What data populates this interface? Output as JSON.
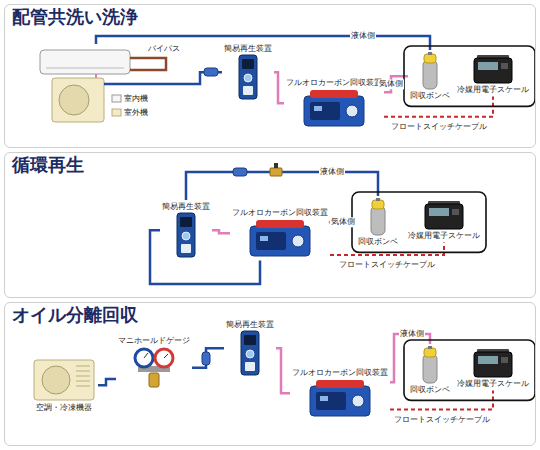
{
  "diagram": {
    "nodes": [
      {
        "text": [
          "配管共洗い洗浄"
        ]
      },
      {
        "text": [
          "バイパス",
          "室内機",
          "室外機"
        ],
        "in": 0
      },
      {
        "text": [
          "簡易再生装置"
        ],
        "in": 0
      },
      {
        "text": [
          "フルオロカーボン回収装置"
        ],
        "in": 0
      },
      {
        "text": [
          "回収ボンベ"
        ],
        "in": 0
      },
      {
        "text": [
          "冷媒用電子スケール"
        ],
        "in": 0
      },
      {
        "text": [
          "循環再生"
        ]
      },
      {
        "text": [
          "簡易再生装置"
        ],
        "in": 6
      },
      {
        "text": [
          "フルオロカーボン回収装置"
        ],
        "in": 6
      },
      {
        "text": [
          "回収ボンベ"
        ],
        "in": 6
      },
      {
        "text": [
          "冷媒用電子スケール"
        ],
        "in": 6
      },
      {
        "text": [
          "オイル分離回収"
        ]
      },
      {
        "text": [
          "空調・冷凍機器"
        ],
        "in": 11
      },
      {
        "text": [
          "マニホールドゲージ"
        ],
        "in": 11
      },
      {
        "text": [
          "簡易再生装置"
        ],
        "in": 11
      },
      {
        "text": [
          "フルオロカーボン回収装置"
        ],
        "in": 11
      },
      {
        "text": [
          "回収ボンベ"
        ],
        "in": 11
      },
      {
        "text": [
          "冷媒用電子スケール"
        ],
        "in": 11
      }
    ],
    "edges": [
      {
        "from": 1,
        "to": 2,
        "arrow": "none"
      },
      {
        "from": 2,
        "to": 3,
        "arrow": "none"
      },
      {
        "from": 3,
        "to": 4,
        "label": "気体側",
        "arrow": "none"
      },
      {
        "from": 4,
        "to": 1,
        "label": "液体側",
        "arrow": "none"
      },
      {
        "from": 3,
        "to": 5,
        "label": "フロートスイッチケーブル",
        "arrow": "none"
      },
      {
        "from": 9,
        "to": 7,
        "label": "液体側",
        "arrow": "none"
      },
      {
        "from": 7,
        "to": 8,
        "arrow": "none"
      },
      {
        "from": 8,
        "to": 9,
        "label": "気体側",
        "arrow": "none"
      },
      {
        "from": 7,
        "to": 8,
        "arrow": "none"
      },
      {
        "from": 8,
        "to": 10,
        "label": "フロートスイッチケーブル",
        "arrow": "none"
      },
      {
        "from": 12,
        "to": 13,
        "arrow": "none"
      },
      {
        "from": 13,
        "to": 14,
        "arrow": "none"
      },
      {
        "from": 14,
        "to": 15,
        "arrow": "none"
      },
      {
        "from": 15,
        "to": 16,
        "label": "液体側",
        "arrow": "none"
      },
      {
        "from": 15,
        "to": 17,
        "label": "フロートスイッチケーブル",
        "arrow": "none"
      }
    ]
  }
}
